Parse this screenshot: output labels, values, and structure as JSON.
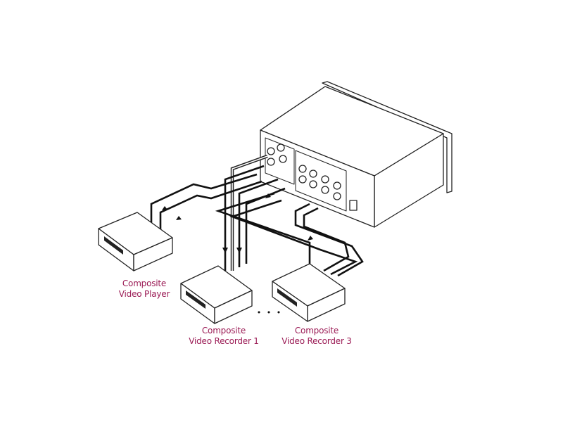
{
  "colors": {
    "label": "#9b1b55",
    "line": "#222222"
  },
  "labels": {
    "player": [
      "Composite",
      "Video Player"
    ],
    "recorder1": [
      "Composite",
      "Video Recorder 1"
    ],
    "recorder3": [
      "Composite",
      "Video Recorder 3"
    ]
  },
  "ellipsis": "• • •"
}
